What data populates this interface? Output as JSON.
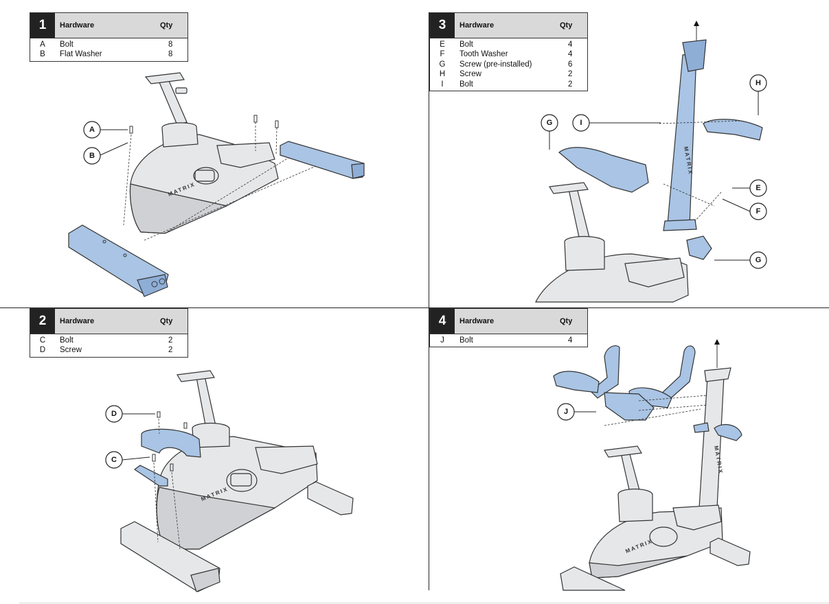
{
  "steps": [
    {
      "number": "1",
      "header_label": "Hardware",
      "qty_label": "Qty",
      "rows": [
        {
          "letter": "A",
          "desc": "Bolt",
          "qty": "8"
        },
        {
          "letter": "B",
          "desc": "Flat Washer",
          "qty": "8"
        }
      ],
      "callouts": [
        "A",
        "B"
      ],
      "brand": "MATRIX"
    },
    {
      "number": "2",
      "header_label": "Hardware",
      "qty_label": "Qty",
      "rows": [
        {
          "letter": "C",
          "desc": "Bolt",
          "qty": "2"
        },
        {
          "letter": "D",
          "desc": "Screw",
          "qty": "2"
        }
      ],
      "callouts": [
        "D",
        "C"
      ],
      "brand": "MATRIX"
    },
    {
      "number": "3",
      "header_label": "Hardware",
      "qty_label": "Qty",
      "rows": [
        {
          "letter": "E",
          "desc": "Bolt",
          "qty": "4"
        },
        {
          "letter": "F",
          "desc": "Tooth Washer",
          "qty": "4"
        },
        {
          "letter": "G",
          "desc": "Screw (pre-installed)",
          "qty": "6"
        },
        {
          "letter": "H",
          "desc": "Screw",
          "qty": "2"
        },
        {
          "letter": "I",
          "desc": "Bolt",
          "qty": "2"
        }
      ],
      "callouts": [
        "H",
        "G",
        "I",
        "E",
        "F",
        "G"
      ],
      "brand": "MATRIX"
    },
    {
      "number": "4",
      "header_label": "Hardware",
      "qty_label": "Qty",
      "rows": [
        {
          "letter": "J",
          "desc": "Bolt",
          "qty": "4"
        }
      ],
      "callouts": [
        "J"
      ],
      "brand": "MATRIX"
    }
  ],
  "colors": {
    "accent_part": "#a9c4e4",
    "frame": "#e6e7e9",
    "header_bg": "#d9d9d9",
    "step_badge": "#222222"
  }
}
